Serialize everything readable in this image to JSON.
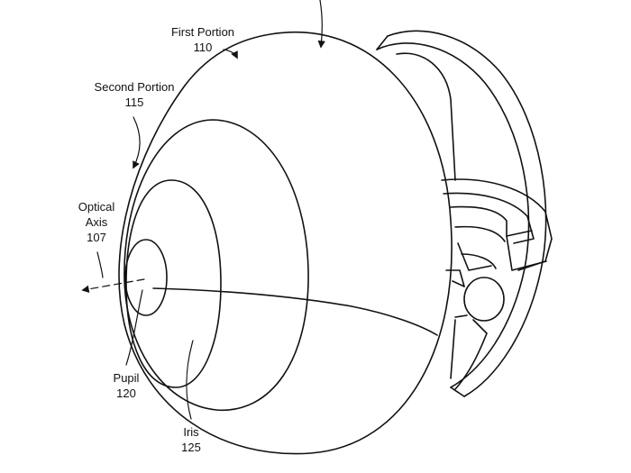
{
  "labels": {
    "first_portion": {
      "name": "First Portion",
      "ref": "110"
    },
    "second_portion": {
      "name": "Second Portion",
      "ref": "115"
    },
    "optical_axis": {
      "name_line1": "Optical",
      "name_line2": "Axis",
      "ref": "107"
    },
    "pupil": {
      "name": "Pupil",
      "ref": "120"
    },
    "iris": {
      "name": "Iris",
      "ref": "125"
    }
  },
  "colors": {
    "line": "#111111",
    "background": "#ffffff"
  }
}
